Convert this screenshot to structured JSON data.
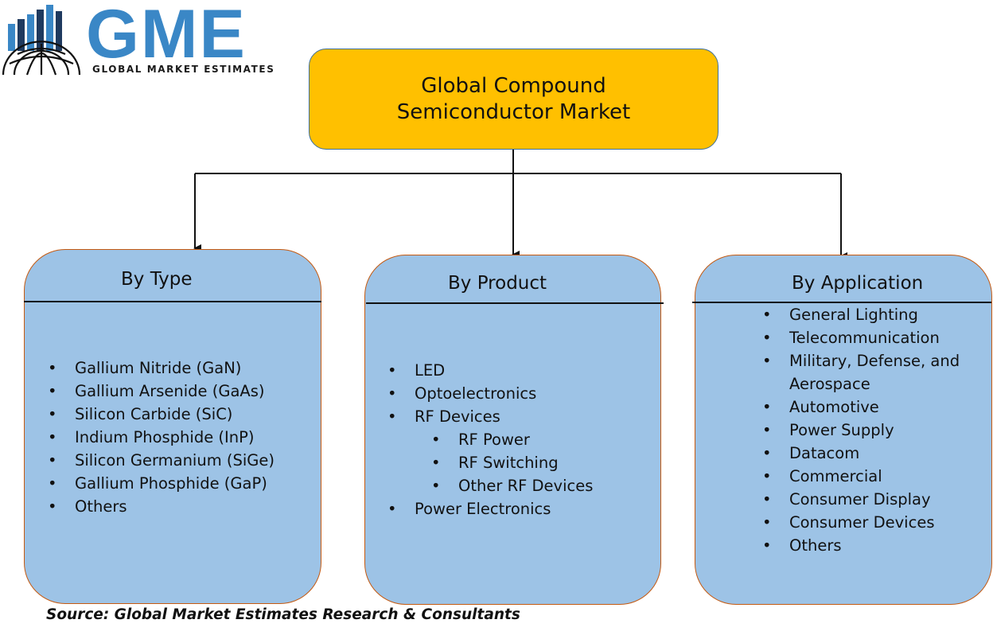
{
  "colors": {
    "logo_blue": "#3a87c6",
    "logo_dark": "#1f3a5f",
    "title_fill": "#ffc000",
    "title_border": "#3d6f9a",
    "box_fill": "#9dc3e6",
    "box_border": "#c55a11",
    "line": "#111111"
  },
  "logo": {
    "letters": "GME",
    "subtitle": "GLOBAL MARKET ESTIMATES",
    "icon": "globe-bar-chart-icon"
  },
  "title": "Global Compound Semiconductor Market",
  "categories": [
    {
      "heading": "By Type",
      "items": [
        {
          "text": "Gallium Nitride (GaN)",
          "level": 1
        },
        {
          "text": "Gallium Arsenide (GaAs)",
          "level": 1
        },
        {
          "text": "Silicon Carbide (SiC)",
          "level": 1
        },
        {
          "text": "Indium Phosphide (InP)",
          "level": 1
        },
        {
          "text": "Silicon Germanium (SiGe)",
          "level": 1
        },
        {
          "text": "Gallium Phosphide (GaP)",
          "level": 1
        },
        {
          "text": "Others",
          "level": 1
        }
      ]
    },
    {
      "heading": "By Product",
      "items": [
        {
          "text": "LED",
          "level": 1
        },
        {
          "text": "Optoelectronics",
          "level": 1
        },
        {
          "text": "RF Devices",
          "level": 1
        },
        {
          "text": "RF Power",
          "level": 2
        },
        {
          "text": "RF Switching",
          "level": 2
        },
        {
          "text": "Other RF Devices",
          "level": 2
        },
        {
          "text": "Power Electronics",
          "level": 1
        }
      ]
    },
    {
      "heading": "By Application",
      "items": [
        {
          "text": "General Lighting",
          "level": 1
        },
        {
          "text": "Telecommunication",
          "level": 1
        },
        {
          "text": "Military, Defense, and Aerospace",
          "level": 1
        },
        {
          "text": "Automotive",
          "level": 1
        },
        {
          "text": "Power Supply",
          "level": 1
        },
        {
          "text": "Datacom",
          "level": 1
        },
        {
          "text": "Commercial",
          "level": 1
        },
        {
          "text": "Consumer Display",
          "level": 1
        },
        {
          "text": "Consumer Devices",
          "level": 1
        },
        {
          "text": "Others",
          "level": 1
        }
      ]
    }
  ],
  "bullet": "•",
  "source": "Source: Global Market Estimates Research & Consultants"
}
